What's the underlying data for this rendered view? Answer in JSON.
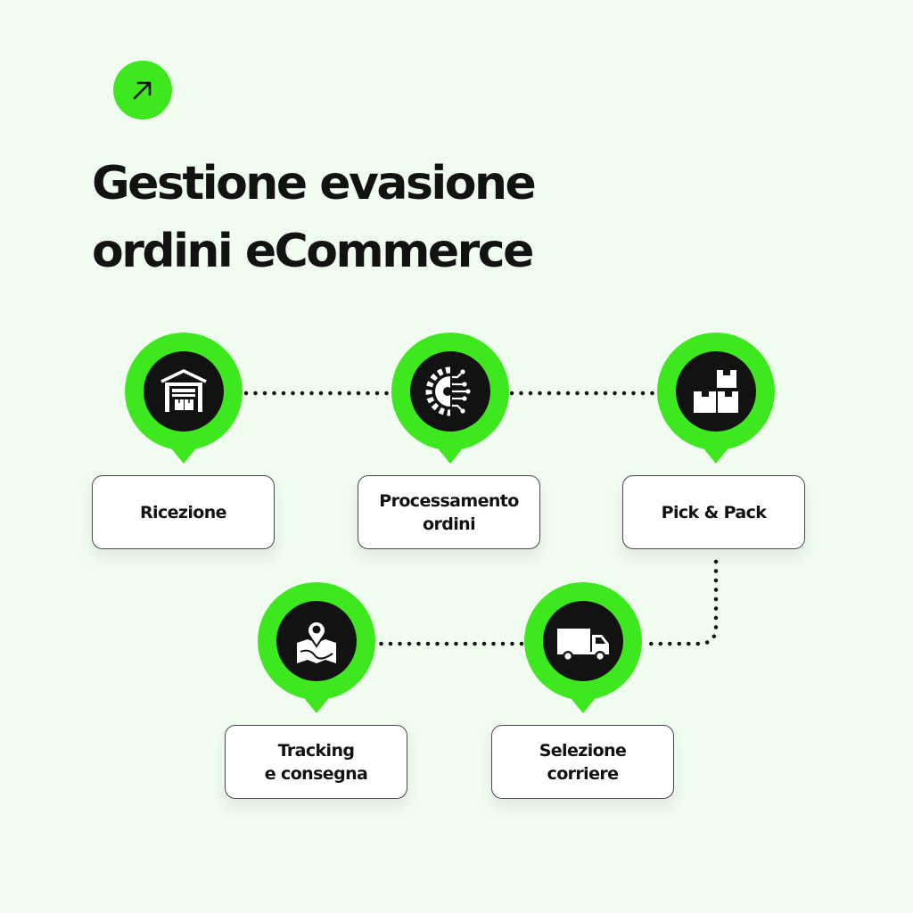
{
  "header": {
    "badge_icon": "arrow-up-right-icon",
    "title_line1": "Gestione evasione",
    "title_line2": "ordini eCommerce"
  },
  "colors": {
    "background": "#f1fcf0",
    "accent": "#3de81e",
    "dark": "#121212",
    "card_border": "#4a4a4a"
  },
  "steps": [
    {
      "label_lines": [
        "Ricezione"
      ],
      "icon": "warehouse-icon"
    },
    {
      "label_lines": [
        "Processamento",
        "ordini"
      ],
      "icon": "gear-circuit-icon"
    },
    {
      "label_lines": [
        "Pick & Pack"
      ],
      "icon": "stacked-boxes-icon"
    },
    {
      "label_lines": [
        "Selezione",
        "corriere"
      ],
      "icon": "delivery-truck-icon"
    },
    {
      "label_lines": [
        "Tracking",
        "e consegna"
      ],
      "icon": "map-pin-icon"
    }
  ]
}
